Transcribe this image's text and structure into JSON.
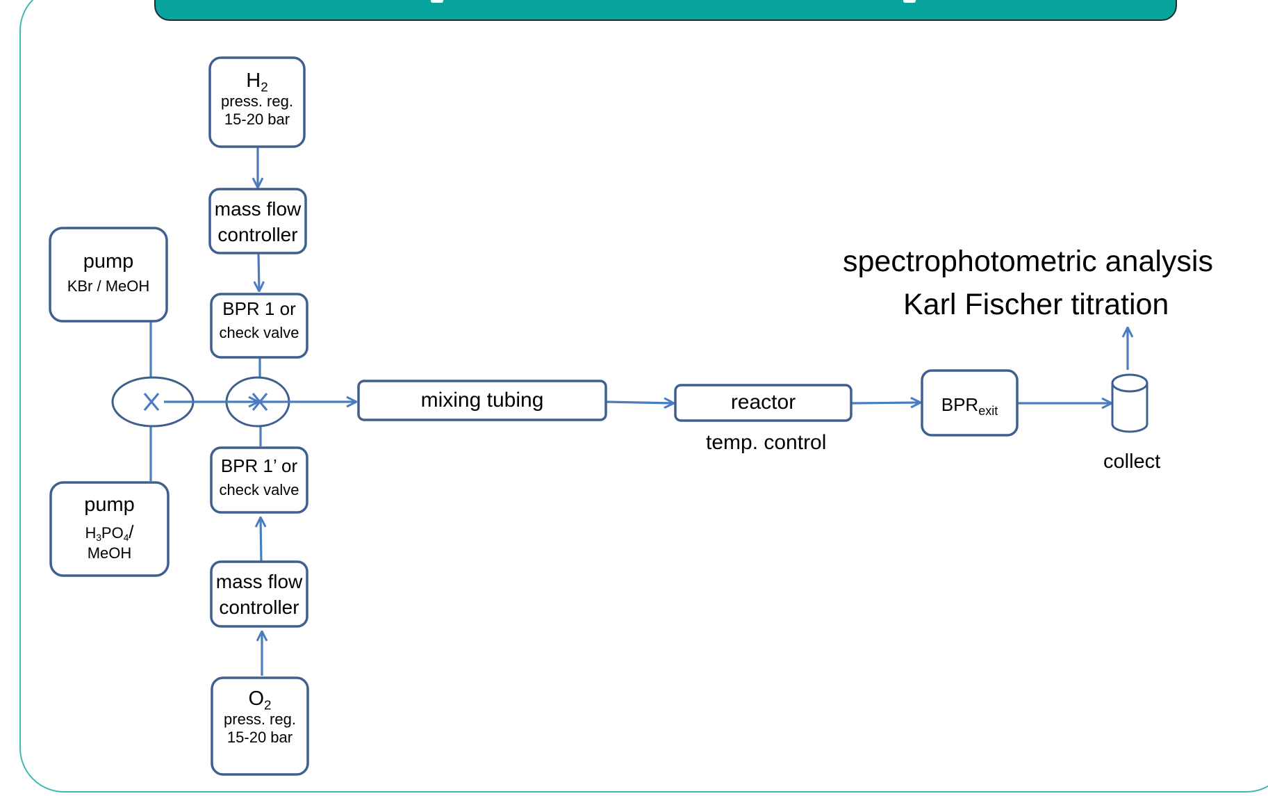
{
  "colors": {
    "frame": "#3fb7b1",
    "title_bar": "#08a59f",
    "box_stroke": "#3f5f8f",
    "arrow": "#4a7cc0"
  },
  "diagram": {
    "h2": {
      "main": "H",
      "sub": "2",
      "line1": "press. reg.",
      "line2": "15-20 bar"
    },
    "mfc_top": {
      "line1": "mass flow",
      "line2": "controller"
    },
    "bpr1": {
      "line1": "BPR 1 or",
      "line2": "check valve"
    },
    "pump1": {
      "label": "pump",
      "content": "KBr / MeOH"
    },
    "pump2": {
      "label": "pump",
      "c1": "H",
      "c1sub": "3",
      "c2": "PO",
      "c2sub": "4",
      "c3": "/",
      "line2": "MeOH"
    },
    "bpr1p": {
      "line1": "BPR 1’ or",
      "line2": "check valve"
    },
    "mfc_bottom": {
      "line1": "mass flow",
      "line2": "controller"
    },
    "o2": {
      "main": "O",
      "sub": "2",
      "line1": "press. reg.",
      "line2": "15-20 bar"
    },
    "mixing": {
      "label": "mixing tubing"
    },
    "reactor": {
      "label": "reactor",
      "caption": "temp. control"
    },
    "bpr_exit": {
      "main": "BPR",
      "sub": "exit"
    },
    "collect": {
      "label": "collect"
    },
    "analysis": {
      "line1": "spectrophotometric analysis",
      "line2": "Karl Fischer titration"
    }
  }
}
